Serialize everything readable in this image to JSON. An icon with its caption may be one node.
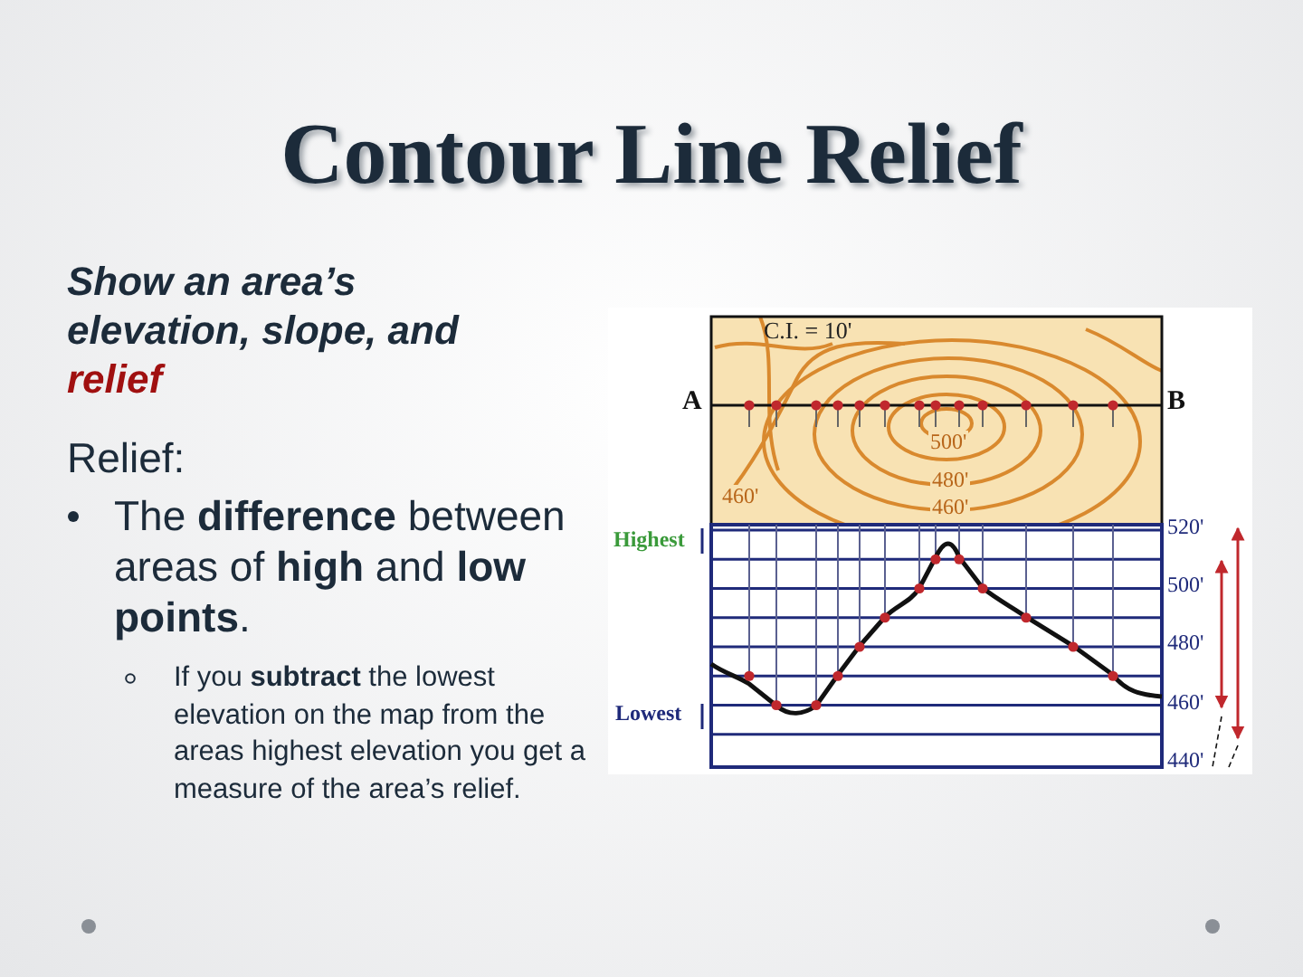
{
  "diagram": {
    "title": "Contour Line Relief",
    "labels": [
      "Show an area’s elevation, slope, and",
      "relief",
      "Relief:",
      "The **difference** between areas of **high** and **low points**.",
      "If you **subtract** the lowest elevation on the map from the areas highest elevation you get a measure of the area’s relief.",
      "C.I. = 10'",
      "A",
      "B",
      "500'",
      "460'",
      "480'",
      "460'",
      "Highest",
      "520'",
      "500'",
      "480'",
      "Lowest",
      "460'",
      "440'"
    ]
  }
}
